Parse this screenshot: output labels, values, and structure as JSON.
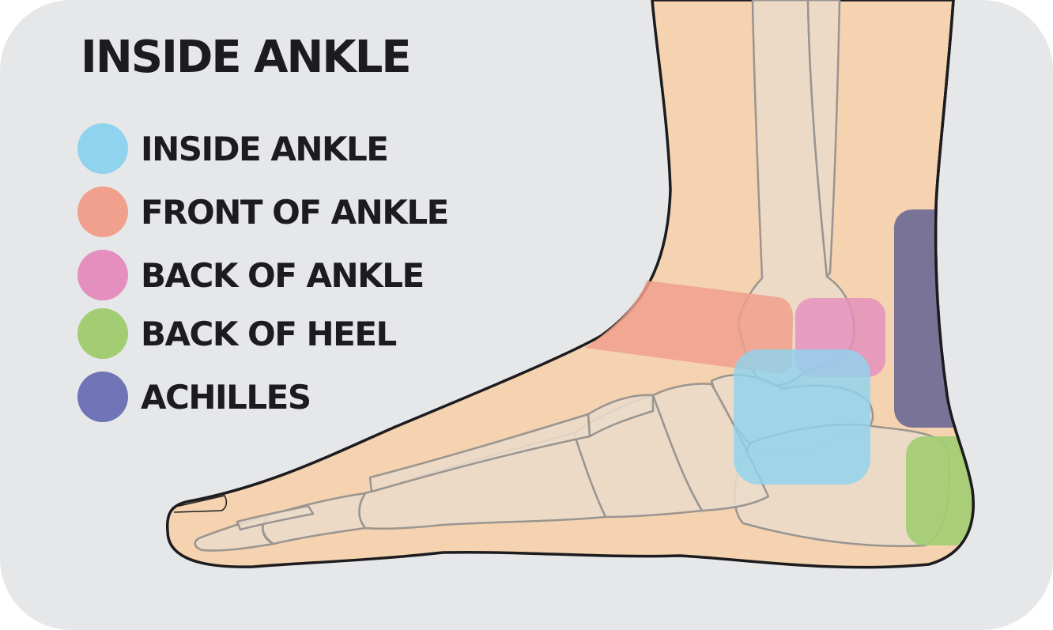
{
  "title": "INSIDE ANKLE",
  "legend": [
    {
      "label": "INSIDE ANKLE",
      "color": "#8fd3ee"
    },
    {
      "label": "FRONT OF ANKLE",
      "color": "#f0a08c"
    },
    {
      "label": "BACK OF ANKLE",
      "color": "#e48fbd"
    },
    {
      "label": "BACK OF HEEL",
      "color": "#a2cd72"
    },
    {
      "label": "ACHILLES",
      "color": "#6e74b5"
    }
  ],
  "colors": {
    "background": "#e6e7e9",
    "skin": "#f5d2b0",
    "bone": "#ebdbca",
    "outline": "#1c1c1e",
    "bone_outline": "#9a9590"
  }
}
